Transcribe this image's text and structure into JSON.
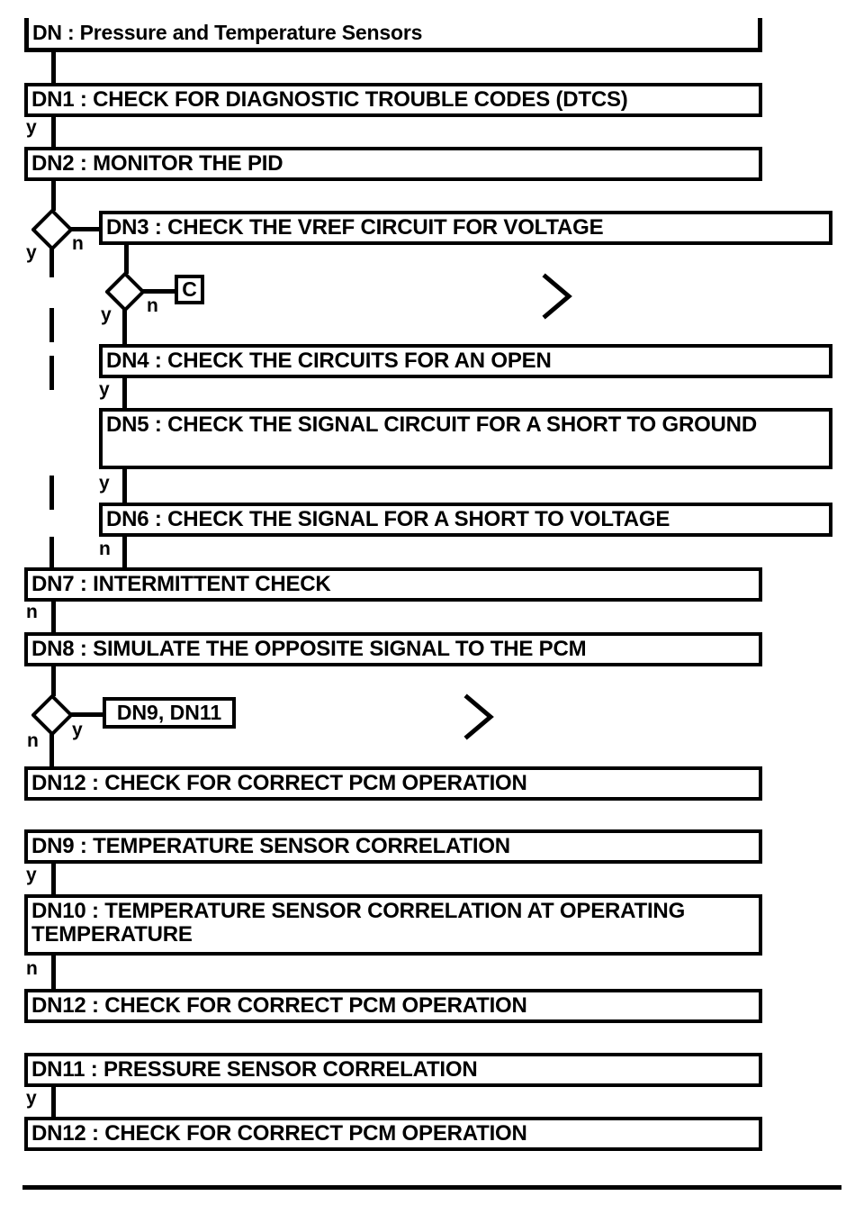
{
  "diagram": {
    "title": "DN : Pressure and Temperature Sensors",
    "type": "flowchart",
    "accent_color": "#000000",
    "background_color": "#ffffff"
  },
  "steps": {
    "dn_title": "DN : Pressure and Temperature Sensors",
    "dn1": "DN1 : CHECK FOR DIAGNOSTIC TROUBLE CODES (DTCS)",
    "dn2": "DN2 : MONITOR THE PID",
    "dn3": "DN3 : CHECK THE VREF CIRCUIT FOR VOLTAGE",
    "dn4": "DN4 : CHECK THE CIRCUITS FOR AN OPEN",
    "dn5": "DN5 : CHECK THE SIGNAL CIRCUIT FOR A SHORT TO GROUND",
    "dn6": "DN6 : CHECK THE SIGNAL FOR A SHORT TO VOLTAGE",
    "dn7": "DN7 : INTERMITTENT CHECK",
    "dn8": "DN8 : SIMULATE THE OPPOSITE SIGNAL TO THE PCM",
    "dn12_a": "DN12 : CHECK FOR CORRECT PCM OPERATION",
    "dn9": "DN9 : TEMPERATURE SENSOR CORRELATION",
    "dn10": "DN10 : TEMPERATURE SENSOR CORRELATION AT OPERATING TEMPERATURE",
    "dn12_b": "DN12 : CHECK FOR CORRECT PCM OPERATION",
    "dn11": "DN11 : PRESSURE SENSOR CORRELATION",
    "dn12_c": "DN12 : CHECK FOR CORRECT PCM OPERATION"
  },
  "connectors": {
    "tag_c": "C",
    "tag_dn9_dn11": "DN9, DN11"
  },
  "branches": {
    "dn1_to_dn2": "y",
    "d1_yes": "y",
    "d1_no": "n",
    "d2_yes": "y",
    "d2_no": "n",
    "dn4_yes": "y",
    "dn5_yes": "y",
    "dn6_no": "n",
    "dn7_no": "n",
    "d3_yes": "y",
    "d3_no": "n",
    "dn9_yes": "y",
    "dn10_no": "n",
    "dn11_yes": "y"
  }
}
